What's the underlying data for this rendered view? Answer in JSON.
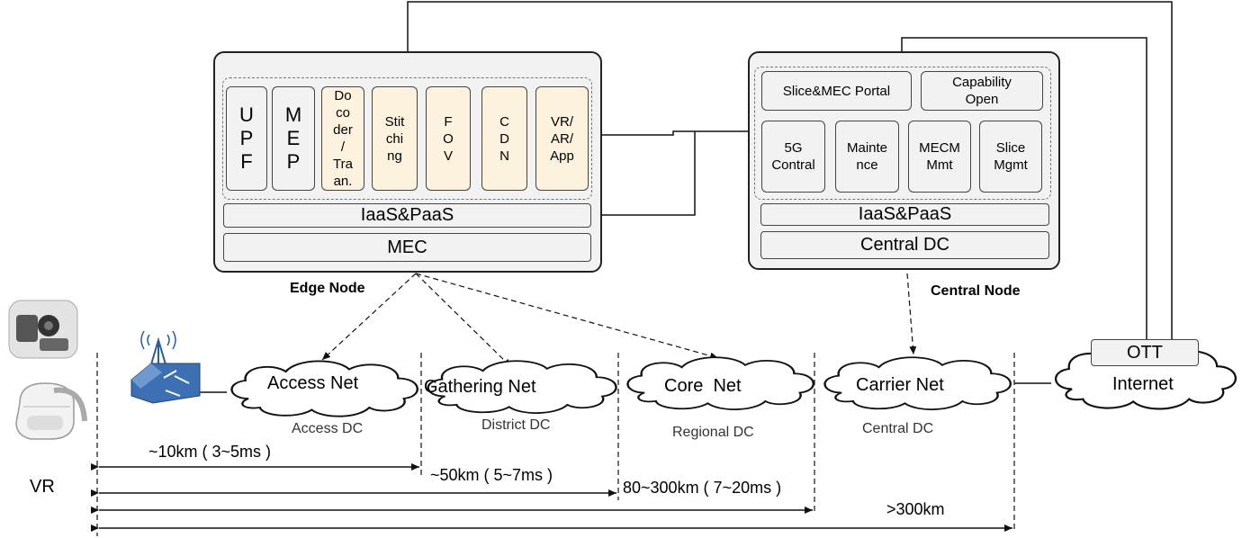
{
  "edge": {
    "modules": [
      {
        "name": "upf",
        "text": "U\nP\nF",
        "style": "grey vert"
      },
      {
        "name": "mep",
        "text": "M\nE\nP",
        "style": "grey vert"
      },
      {
        "name": "codec",
        "text": "Do\nco\nder\n/\nTra\nan.",
        "style": "cream"
      },
      {
        "name": "stitching",
        "text": "Stit\nchi\nng",
        "style": "cream"
      },
      {
        "name": "fov",
        "text": "F\nO\nV",
        "style": "cream"
      },
      {
        "name": "cdn",
        "text": "C\nD\nN",
        "style": "cream"
      },
      {
        "name": "vr-ar-app",
        "text": "VR/\nAR/\nApp",
        "style": "cream"
      }
    ],
    "iaas": "IaaS&PaaS",
    "mec": "MEC",
    "label": "Edge Node"
  },
  "central": {
    "portal": "Slice&MEC Portal",
    "capability": "Capability\nOpen",
    "modules": [
      {
        "name": "5g-control",
        "text": "5G\nContral"
      },
      {
        "name": "maintenance",
        "text": "Mainte\nnce"
      },
      {
        "name": "mecm-mgmt",
        "text": "MECM\nMmt"
      },
      {
        "name": "slice-mgmt",
        "text": "Slice\nMgmt"
      }
    ],
    "iaas": "IaaS&PaaS",
    "dc": "Central DC",
    "label": "Central Node"
  },
  "networks": [
    {
      "name": "access-net",
      "label": "Access Net",
      "dc": "Access DC"
    },
    {
      "name": "gathering-net",
      "label": "Gathering Net",
      "dc": "District DC"
    },
    {
      "name": "core-net",
      "label": "Core  Net",
      "dc": "Regional DC"
    },
    {
      "name": "carrier-net",
      "label": "Carrier Net",
      "dc": "Central DC"
    },
    {
      "name": "internet",
      "label": "Internet",
      "dc": ""
    }
  ],
  "ott": "OTT",
  "vr_label": "VR",
  "ranges": [
    {
      "name": "range-10km",
      "text": "~10km ( 3~5ms )"
    },
    {
      "name": "range-50km",
      "text": "~50km ( 5~7ms )"
    },
    {
      "name": "range-300km",
      "text": "80~300km ( 7~20ms )"
    },
    {
      "name": "range-over-300km",
      "text": ">300km"
    }
  ]
}
